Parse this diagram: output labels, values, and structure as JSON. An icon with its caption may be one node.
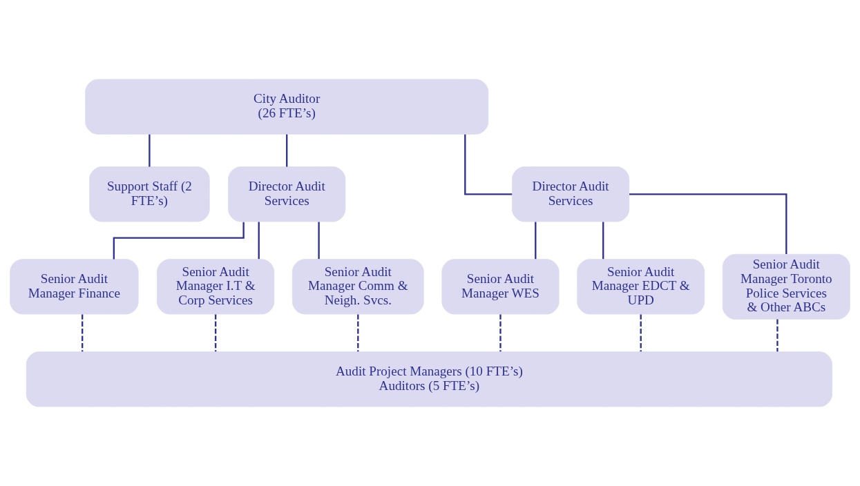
{
  "diagram": {
    "nodes": [
      {
        "text": [
          "City Auditor (26 FTE’s)"
        ]
      },
      {
        "text": [
          "Support Staff (2 FTE’s)"
        ]
      },
      {
        "text": [
          "Director Audit Services"
        ]
      },
      {
        "text": [
          "Director Audit Services"
        ]
      },
      {
        "text": [
          "Senior Audit Manager Finance"
        ]
      },
      {
        "text": [
          "Senior Audit Manager I.T & Corp Services"
        ]
      },
      {
        "text": [
          "Senior Audit Manager Comm & Neigh. Svcs."
        ]
      },
      {
        "text": [
          "Senior Audit Manager WES"
        ]
      },
      {
        "text": [
          "Senior Audit Manager EDCT & UPD"
        ]
      },
      {
        "text": [
          "Senior Audit Manager Toronto Police Services & Other ABCs"
        ]
      },
      {
        "text": [
          "Audit Project Managers (10 FTE’s)",
          "Auditors (5 FTE’s)"
        ]
      }
    ],
    "edges": [
      {
        "from": 0,
        "to": 1,
        "arrow": "none"
      },
      {
        "from": 0,
        "to": 2,
        "arrow": "none"
      },
      {
        "from": 0,
        "to": 3,
        "arrow": "none"
      },
      {
        "from": 2,
        "to": 4,
        "arrow": "none"
      },
      {
        "from": 2,
        "to": 5,
        "arrow": "none"
      },
      {
        "from": 2,
        "to": 6,
        "arrow": "none"
      },
      {
        "from": 3,
        "to": 7,
        "arrow": "none"
      },
      {
        "from": 3,
        "to": 8,
        "arrow": "none"
      },
      {
        "from": 3,
        "to": 9,
        "arrow": "none"
      },
      {
        "from": 4,
        "to": 10,
        "arrow": "none",
        "style": "dashed"
      },
      {
        "from": 5,
        "to": 10,
        "arrow": "none",
        "style": "dashed"
      },
      {
        "from": 6,
        "to": 10,
        "arrow": "none",
        "style": "dashed"
      },
      {
        "from": 7,
        "to": 10,
        "arrow": "none",
        "style": "dashed"
      },
      {
        "from": 8,
        "to": 10,
        "arrow": "none",
        "style": "dashed"
      },
      {
        "from": 9,
        "to": 10,
        "arrow": "none",
        "style": "dashed"
      }
    ]
  }
}
